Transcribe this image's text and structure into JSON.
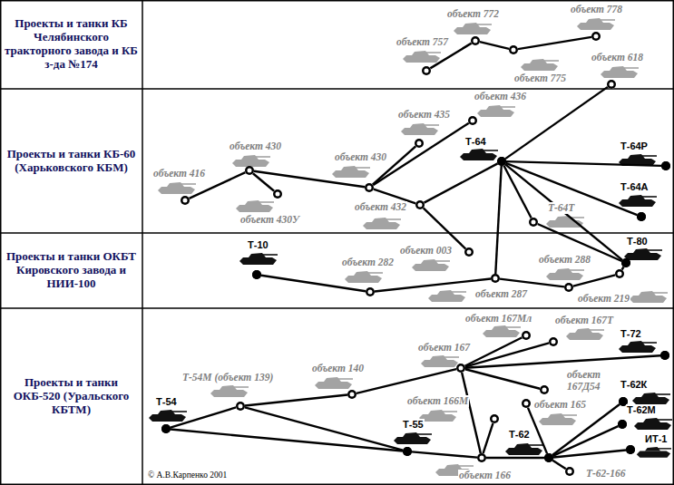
{
  "diagram": {
    "nodes": [
      {
        "text": [
          "Проекты и танки КБ Челябинского тракторного завода и КБ з-да №174"
        ]
      },
      {
        "text": [
          "объект 757"
        ],
        "in": 0
      },
      {
        "text": [
          "объект 772"
        ],
        "in": 0
      },
      {
        "text": [
          "объект 775"
        ],
        "in": 0
      },
      {
        "text": [
          "объект 778"
        ],
        "in": 0
      },
      {
        "text": [
          "объект 618"
        ],
        "in": 0
      },
      {
        "text": [
          "Проекты и танки КБ-60 (Харьковского КБМ)"
        ]
      },
      {
        "text": [
          "объект 416"
        ],
        "in": 6
      },
      {
        "text": [
          "объект 430"
        ],
        "in": 6
      },
      {
        "text": [
          "объект 430У"
        ],
        "in": 6
      },
      {
        "text": [
          "объект 430"
        ],
        "in": 6
      },
      {
        "text": [
          "объект 435"
        ],
        "in": 6
      },
      {
        "text": [
          "объект 436"
        ],
        "in": 6
      },
      {
        "text": [
          "объект 432"
        ],
        "in": 6
      },
      {
        "text": [
          "Т-64"
        ],
        "in": 6
      },
      {
        "text": [
          "Т-64Т"
        ],
        "in": 6
      },
      {
        "text": [
          "Т-64Р"
        ],
        "in": 6
      },
      {
        "text": [
          "Т-64А"
        ],
        "in": 6
      },
      {
        "text": [
          "Проекты и танки ОКБТ Кировского завода и НИИ-100"
        ]
      },
      {
        "text": [
          "Т-10"
        ],
        "in": 18
      },
      {
        "text": [
          "объект 282"
        ],
        "in": 18
      },
      {
        "text": [
          "объект 003"
        ],
        "in": 18
      },
      {
        "text": [
          "объект 287"
        ],
        "in": 18
      },
      {
        "text": [
          "объект 288"
        ],
        "in": 18
      },
      {
        "text": [
          "объект 219"
        ],
        "in": 18
      },
      {
        "text": [
          "Т-80"
        ],
        "in": 18
      },
      {
        "text": [
          "Проекты и танки ОКБ-520 (Уральского КБТМ)"
        ]
      },
      {
        "text": [
          "Т-54"
        ],
        "in": 26
      },
      {
        "text": [
          "Т-54М (объект 139)"
        ],
        "in": 26
      },
      {
        "text": [
          "объект 140"
        ],
        "in": 26
      },
      {
        "text": [
          "объект 167"
        ],
        "in": 26
      },
      {
        "text": [
          "объект 167Мл"
        ],
        "in": 26
      },
      {
        "text": [
          "объект 167Т"
        ],
        "in": 26
      },
      {
        "text": [
          "Т-72"
        ],
        "in": 26
      },
      {
        "text": [
          "объект 167Д54"
        ],
        "in": 26
      },
      {
        "text": [
          "объект 166М"
        ],
        "in": 26
      },
      {
        "text": [
          "объект 165"
        ],
        "in": 26
      },
      {
        "text": [
          "Т-55"
        ],
        "in": 26
      },
      {
        "text": [
          "объект 166"
        ],
        "in": 26
      },
      {
        "text": [
          "Т-62"
        ],
        "in": 26
      },
      {
        "text": [
          "Т-62К"
        ],
        "in": 26
      },
      {
        "text": [
          "Т-62М"
        ],
        "in": 26
      },
      {
        "text": [
          "ИТ-1"
        ],
        "in": 26
      },
      {
        "text": [
          "Т-62-166"
        ],
        "in": 26
      }
    ],
    "edges": [
      {
        "from": 1,
        "to": 2,
        "arrow": "none"
      },
      {
        "from": 2,
        "to": 3,
        "arrow": "none"
      },
      {
        "from": 3,
        "to": 4,
        "arrow": "none"
      },
      {
        "from": 14,
        "to": 5,
        "arrow": "none"
      },
      {
        "from": 7,
        "to": 8,
        "arrow": "none"
      },
      {
        "from": 8,
        "to": 9,
        "arrow": "none"
      },
      {
        "from": 8,
        "to": 10,
        "arrow": "none"
      },
      {
        "from": 10,
        "to": 11,
        "arrow": "none"
      },
      {
        "from": 10,
        "to": 12,
        "arrow": "none"
      },
      {
        "from": 10,
        "to": 13,
        "arrow": "none"
      },
      {
        "from": 13,
        "to": 21,
        "arrow": "none"
      },
      {
        "from": 13,
        "to": 14,
        "arrow": "none"
      },
      {
        "from": 14,
        "to": 16,
        "arrow": "none"
      },
      {
        "from": 14,
        "to": 17,
        "arrow": "none"
      },
      {
        "from": 14,
        "to": 15,
        "arrow": "none"
      },
      {
        "from": 15,
        "to": 25,
        "arrow": "none"
      },
      {
        "from": 14,
        "to": 25,
        "arrow": "none"
      },
      {
        "from": 14,
        "to": 22,
        "arrow": "none"
      },
      {
        "from": 19,
        "to": 20,
        "arrow": "none"
      },
      {
        "from": 20,
        "to": 22,
        "arrow": "none"
      },
      {
        "from": 22,
        "to": 23,
        "arrow": "none"
      },
      {
        "from": 23,
        "to": 24,
        "arrow": "none"
      },
      {
        "from": 24,
        "to": 25,
        "arrow": "none"
      },
      {
        "from": 27,
        "to": 28,
        "arrow": "none"
      },
      {
        "from": 28,
        "to": 29,
        "arrow": "none"
      },
      {
        "from": 29,
        "to": 30,
        "arrow": "none"
      },
      {
        "from": 30,
        "to": 31,
        "arrow": "none"
      },
      {
        "from": 30,
        "to": 32,
        "arrow": "none"
      },
      {
        "from": 30,
        "to": 33,
        "arrow": "none"
      },
      {
        "from": 30,
        "to": 34,
        "arrow": "none"
      },
      {
        "from": 30,
        "to": 38,
        "arrow": "none"
      },
      {
        "from": 38,
        "to": 35,
        "arrow": "none"
      },
      {
        "from": 27,
        "to": 37,
        "arrow": "none"
      },
      {
        "from": 28,
        "to": 37,
        "arrow": "none"
      },
      {
        "from": 37,
        "to": 38,
        "arrow": "none"
      },
      {
        "from": 38,
        "to": 39,
        "arrow": "none"
      },
      {
        "from": 39,
        "to": 36,
        "arrow": "none"
      },
      {
        "from": 39,
        "to": 40,
        "arrow": "none"
      },
      {
        "from": 39,
        "to": 41,
        "arrow": "none"
      },
      {
        "from": 39,
        "to": 42,
        "arrow": "none"
      },
      {
        "from": 39,
        "to": 43,
        "arrow": "none"
      }
    ],
    "labels": [
      "© А.В.Карпенко 2001"
    ]
  }
}
